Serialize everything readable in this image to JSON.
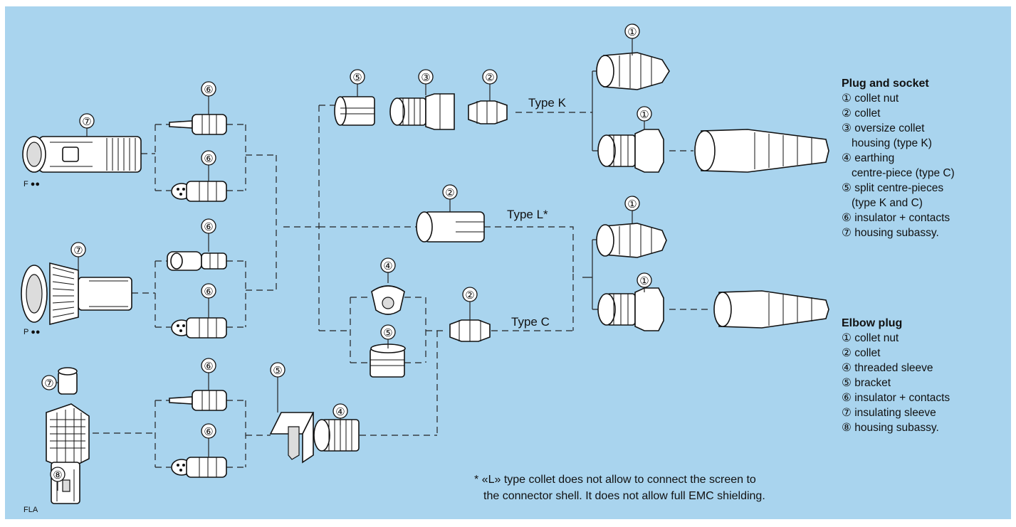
{
  "labels": {
    "type_k": "Type K",
    "type_l": "Type L*",
    "type_c": "Type C",
    "code_f": "F ●●",
    "code_p": "P ●●",
    "code_fla": "FLA"
  },
  "callouts": {
    "n1": "①",
    "n2": "②",
    "n3": "③",
    "n4": "④",
    "n5": "⑤",
    "n6": "⑥",
    "n7": "⑦",
    "n8": "⑧"
  },
  "legend_plug": {
    "title": "Plug and socket",
    "items": [
      "① collet nut",
      "② collet",
      "③ oversize collet",
      "housing (type K)",
      "④ earthing",
      "centre-piece (type C)",
      "⑤ split centre-pieces",
      "(type K and C)",
      "⑥ insulator + contacts",
      "⑦ housing subassy."
    ]
  },
  "legend_elbow": {
    "title": "Elbow plug",
    "items": [
      "① collet nut",
      "② collet",
      "④ threaded sleeve",
      "⑤ bracket",
      "⑥ insulator + contacts",
      "⑦ insulating sleeve",
      "⑧ housing subassy."
    ]
  },
  "footnote": {
    "line1": "* «L» type collet does not allow to connect the screen to",
    "line2": "the connector shell. It does not allow full EMC shielding."
  },
  "colors": {
    "background": "#a9d4ee",
    "frame": "#ffffff",
    "line": "#222222"
  }
}
